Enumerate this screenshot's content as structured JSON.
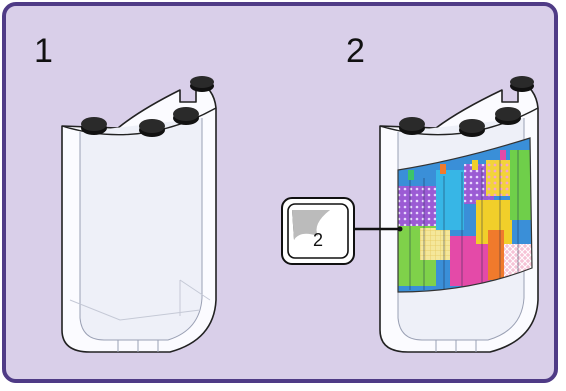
{
  "steps": [
    {
      "number": "1"
    },
    {
      "number": "2"
    }
  ],
  "sticker": {
    "number": "2"
  },
  "colors": {
    "frame": "#4f3b86",
    "background": "#d9cfe9",
    "brick": "#ffffff",
    "stud": "#111111"
  }
}
